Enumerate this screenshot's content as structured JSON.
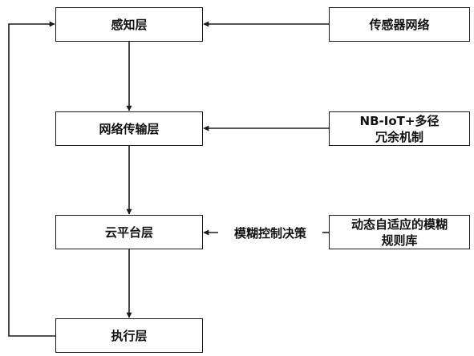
{
  "nodes": {
    "perception_layer": "感知层",
    "network_transport_layer": "网络传输层",
    "cloud_platform_layer": "云平台层",
    "execution_layer": "执行层",
    "sensor_network": "传感器网络",
    "nbiot_multipath": "NB-IoT+多径\n冗余机制",
    "adaptive_fuzzy_rule_base": "动态自适应的模糊\n规则库"
  },
  "edge_labels": {
    "fuzzy_control_decision": "模糊控制决策"
  },
  "colors": {
    "line": "#1a1a1a",
    "background": "#ffffff"
  }
}
